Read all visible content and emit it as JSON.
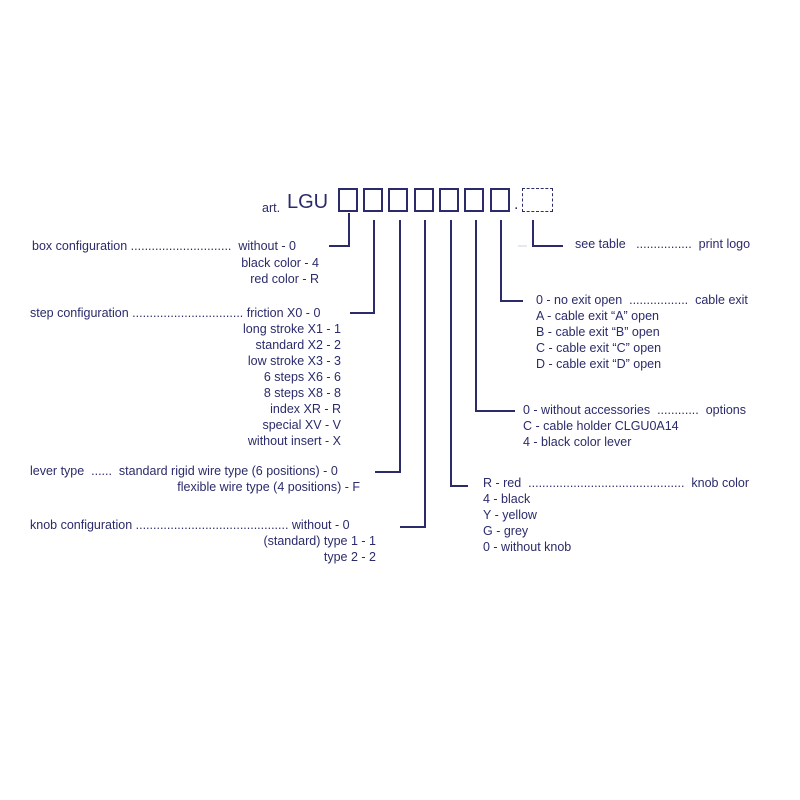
{
  "code": {
    "prefix": "art.",
    "name": "LGU",
    "separator": "."
  },
  "box_configuration": {
    "lines": [
      "box configuration .............................  without - 0",
      "black color - 4",
      "red color - R"
    ]
  },
  "step_configuration": {
    "lines": [
      "step configuration ................................ friction X0 - 0",
      "long stroke X1 - 1",
      "standard X2 - 2",
      "low stroke X3 - 3",
      "6 steps X6 - 6",
      "8 steps X8 - 8",
      "index XR - R",
      "special XV - V",
      "without insert - X"
    ]
  },
  "lever_type": {
    "lines": [
      "lever type  ......  standard rigid wire type (6 positions) - 0",
      "flexible wire type (4 positions) - F"
    ]
  },
  "knob_configuration": {
    "lines": [
      "knob configuration ............................................ without - 0",
      "(standard) type 1 - 1",
      "type 2 - 2"
    ]
  },
  "print_logo": {
    "lines": [
      "see table   ................  print logo"
    ]
  },
  "cable_exit": {
    "lines": [
      "0 - no exit open  .................  cable exit",
      "A - cable exit “A” open",
      "B - cable exit “B” open",
      "C - cable exit “C” open",
      "D - cable exit “D” open"
    ]
  },
  "options": {
    "lines": [
      "0 - without accessories  ............  options",
      "C - cable holder CLGU0A14",
      "4 - black color lever"
    ]
  },
  "knob_color": {
    "lines": [
      "R - red  .............................................  knob color",
      "4 - black",
      "Y - yellow",
      "G - grey",
      "0 - without knob"
    ]
  }
}
